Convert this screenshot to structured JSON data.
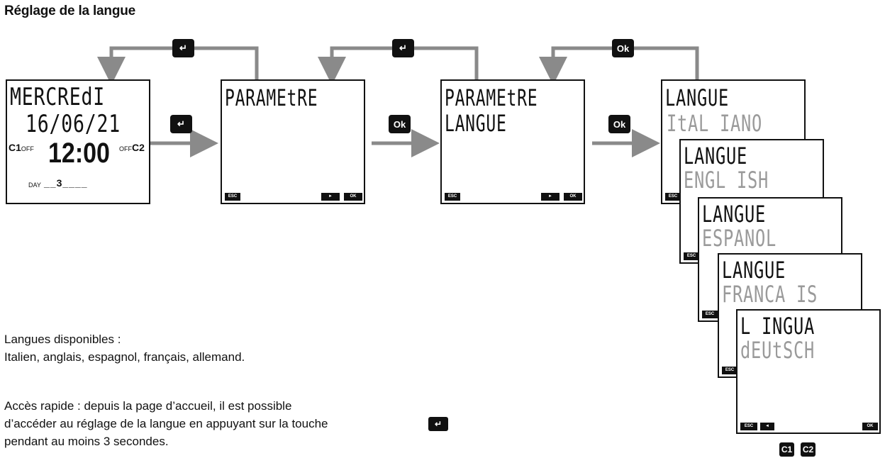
{
  "title": "Réglage de la langue",
  "keys": {
    "enter_symbol": "↵",
    "ok_label": "Ok"
  },
  "screen_home": {
    "day": "MERCREdI",
    "date": "16/06/21",
    "time": "12:00",
    "c1_label": "C1",
    "c1_state": "OFF",
    "c2_label": "C2",
    "c2_state": "OFF",
    "day_label": "DAY",
    "day_value": "__3____"
  },
  "screen_param": {
    "line1": "PARAMEtRE",
    "softkeys": {
      "esc": "ESC",
      "next": "►",
      "ok": "OK"
    }
  },
  "screen_param_lang": {
    "line1": "PARAMEtRE",
    "line2": "LANGUE",
    "softkeys": {
      "esc": "ESC",
      "next": "►",
      "ok": "OK"
    }
  },
  "language_screens": [
    {
      "label": "LANGUE",
      "value": "ItAL IANO",
      "softkey": "ESC"
    },
    {
      "label": "LANGUE",
      "value": "ENGL ISH",
      "softkey": "ESC"
    },
    {
      "label": "LANGUE",
      "value": "ESPANOL",
      "softkey": "ESC"
    },
    {
      "label": "LANGUE",
      "value": "FRANCA IS",
      "softkey": "ESC"
    },
    {
      "label": "L INGUA",
      "value": "dEUtSCH",
      "softkeys": {
        "esc": "ESC",
        "back": "◄",
        "ok": "OK"
      }
    }
  ],
  "bottom_keys": {
    "c1": "C1",
    "c2": "C2"
  },
  "notes": {
    "available_title": "Langues disponibles :",
    "available_list": "Italien, anglais, espagnol, français, allemand.",
    "quick_1": "Accès rapide : depuis la page d’accueil, il est possible",
    "quick_2": "d’accéder au réglage de la langue en appuyant sur la touche",
    "quick_3": "pendant au moins 3 secondes."
  }
}
